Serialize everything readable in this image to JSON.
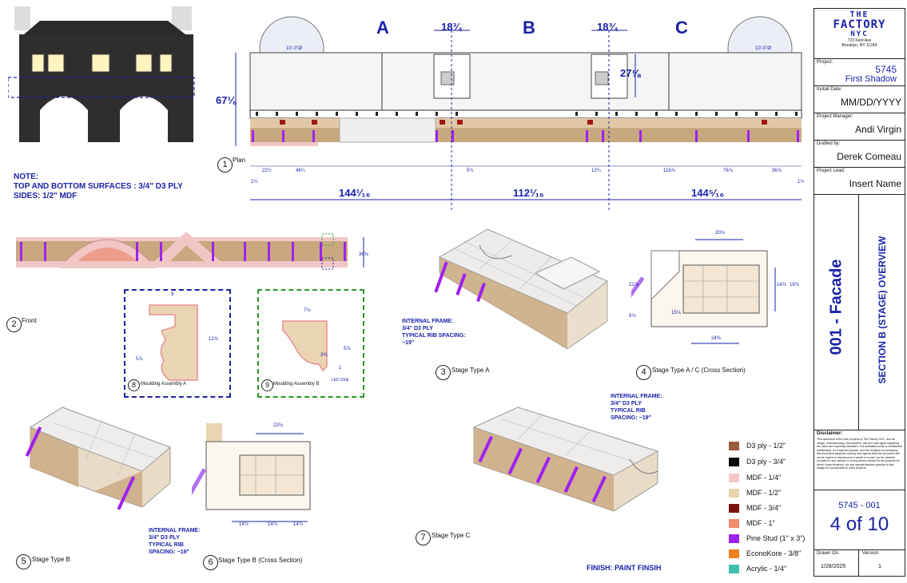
{
  "letters": {
    "a": "A",
    "b": "B",
    "c": "C"
  },
  "top_dims": {
    "gap_left": "18¾",
    "gap_right": "18¾",
    "height_left": "67⅛",
    "height_right": "27⅝",
    "seg_a": "144¹⁄₁₆",
    "seg_b": "112¹⁄₁₆",
    "seg_c": "144⁵⁄₁₆",
    "s1": "22½",
    "s2": "46¼",
    "s3": "5¾",
    "s4": "12¼",
    "s5": "118⅞",
    "s6": "76⅞",
    "s7": "36⅞",
    "s8": "1¼",
    "s9": "1¼",
    "circle_label_l": "10'-0\"Ø",
    "circle_label_r": "10'-0\"Ø"
  },
  "plan_caption": "Plan",
  "note": {
    "l1": "NOTE:",
    "l2": "TOP AND BOTTOM SURFACES : 3/4\" D3 PLY",
    "l3": "SIDES: 1/2\" MDF"
  },
  "views": {
    "v1": {
      "num": "1"
    },
    "v2": {
      "num": "2",
      "cap": "Front",
      "dim": "36⅝"
    },
    "v3": {
      "num": "3",
      "cap": "Stage Type A",
      "note1": "INTERNAL FRAME:",
      "note2": "3/4\" D3 PLY",
      "note3": "TYPICAL RIB SPACING:",
      "note4": "~19\""
    },
    "v4": {
      "num": "4",
      "cap": "Stage Type A / C (Cross Section)",
      "d1": "20⅛",
      "d2": "21⅞",
      "d3": "14⅞",
      "d4": "19⅞",
      "d5": "8⅞",
      "d6": "15⅛",
      "d7": "24⅜"
    },
    "v5": {
      "num": "5",
      "cap": "Stage Type B",
      "note1": "INTERNAL FRAME:",
      "note2": "3/4\" D3 PLY",
      "note3": "TYPICAL RIB",
      "note4": "SPACING: ~19\""
    },
    "v6": {
      "num": "6",
      "cap": "Stage Type B (Cross Section)",
      "d1": "23⅛",
      "d2": "14⅞",
      "d3": "14⅞",
      "d4": "14⅞"
    },
    "v7": {
      "num": "7",
      "cap": "Stage Type C",
      "note1": "INTERNAL FRAME:",
      "note2": "3/4\" D3 PLY",
      "note3": "TYPICAL RIB",
      "note4": "SPACING: ~19\""
    },
    "v8": {
      "num": "8",
      "cap": "Moulding Assembly A",
      "d1": "9",
      "d2": "12⅞",
      "d3": "5⅞"
    },
    "v9": {
      "num": "9",
      "cap": "Moulding Assembly B",
      "d1": "7⅛",
      "d2": "5⅞",
      "d3": "3⅜",
      "d4": "1",
      "d5": "LED Strip"
    }
  },
  "finish": "FINISH: PAINT FINSIH",
  "legend": [
    {
      "label": "D3 ply - 1/2\"",
      "color": "#9a5c3c"
    },
    {
      "label": "D3 ply - 3/4\"",
      "color": "#0a0a0a"
    },
    {
      "label": "MDF - 1/4\"",
      "color": "#f2c8c8"
    },
    {
      "label": "MDF - 1/2\"",
      "color": "#e9d2ae"
    },
    {
      "label": "MDF - 3/4\"",
      "color": "#7a1414"
    },
    {
      "label": "MDF - 1\"",
      "color": "#f08a6a"
    },
    {
      "label": "Pine Stud (1\" x 3\")",
      "color": "#a020f0"
    },
    {
      "label": "EconoKore - 3/8\"",
      "color": "#f07e1c"
    },
    {
      "label": "Acrylic - 1/4\"",
      "color": "#3fbfb0"
    }
  ],
  "title_block": {
    "logo1": "THE",
    "logo2": "FACTORY",
    "logo3": "NYC",
    "addr1": "723 Kent Ave",
    "addr2": "Brooklyn, NY 11249",
    "project_label": "Project:",
    "project_num": "5745",
    "project_name": "First Shadow",
    "install_label": "Install Date:",
    "install_val": "MM/DD/YYYY",
    "pm_label": "Project Manager:",
    "pm_val": "Andi Virgin",
    "drafted_label": "Drafted by:",
    "drafted_val": "Derek Comeau",
    "lead_label": "Project Lead:",
    "lead_val": "Insert Name",
    "sheet_title": "001 - Facade",
    "sheet_sub": "SECTION B (STAGE) OVERVIEW",
    "disclaimer_label": "Disclaimer:",
    "disclaimer_text": "This document is the sole property of The Factory NYC, and all design, manufacturing, reproduction, use and sale rights regarding the same are expressly forbidden. It is submitted under a confidential relationship, for a special purpose, and the recipient by accepting this document assumes custody and agrees that this document will not be copied or reproduced in whole or in part, nor its contents revealed in any manner or to any person except for the purpose for which it was tendered, nor any special features peculiar to this design be incorporated in other projects.",
    "drawing_num": "5745 - 001",
    "page_of": "4 of 10",
    "drawn_on_label": "Drawn On:",
    "drawn_on_val": "1/28/2025",
    "version_label": "Version:",
    "version_val": "1"
  }
}
